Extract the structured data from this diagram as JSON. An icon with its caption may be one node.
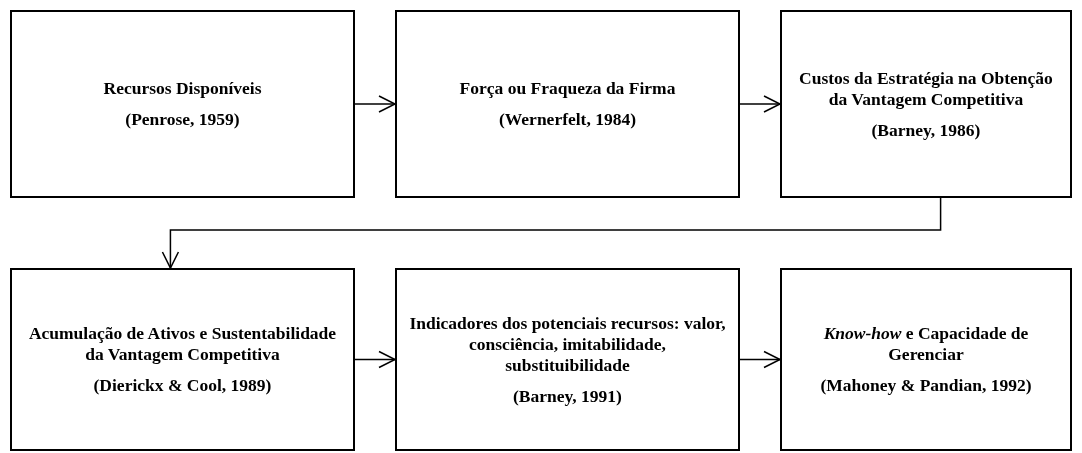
{
  "diagram": {
    "nodes": [
      {
        "text": [
          "Recursos Disponíveis",
          "(Penrose, 1959)"
        ]
      },
      {
        "text": [
          "Força ou Fraqueza da Firma",
          "(Wernerfelt, 1984)"
        ]
      },
      {
        "text": [
          "Custos da Estratégia na Obtenção da Vantagem Competitiva",
          "(Barney, 1986)"
        ]
      },
      {
        "text": [
          "Acumulação de Ativos e Sustentabilidade da Vantagem Competitiva",
          "(Dierickx & Cool, 1989)"
        ]
      },
      {
        "text": [
          "Indicadores dos potenciais recursos: valor, consciência, imitabilidade, substituibilidade",
          "(Barney, 1991)"
        ]
      },
      {
        "text": [
          "*Know-how* e Capacidade de Gerenciar",
          "(Mahoney & Pandian, 1992)"
        ]
      }
    ],
    "edges": [
      {
        "from": 0,
        "to": 1,
        "arrow": "to"
      },
      {
        "from": 1,
        "to": 2,
        "arrow": "to"
      },
      {
        "from": 2,
        "to": 3,
        "arrow": "to"
      },
      {
        "from": 3,
        "to": 4,
        "arrow": "to"
      },
      {
        "from": 4,
        "to": 5,
        "arrow": "to"
      }
    ]
  }
}
